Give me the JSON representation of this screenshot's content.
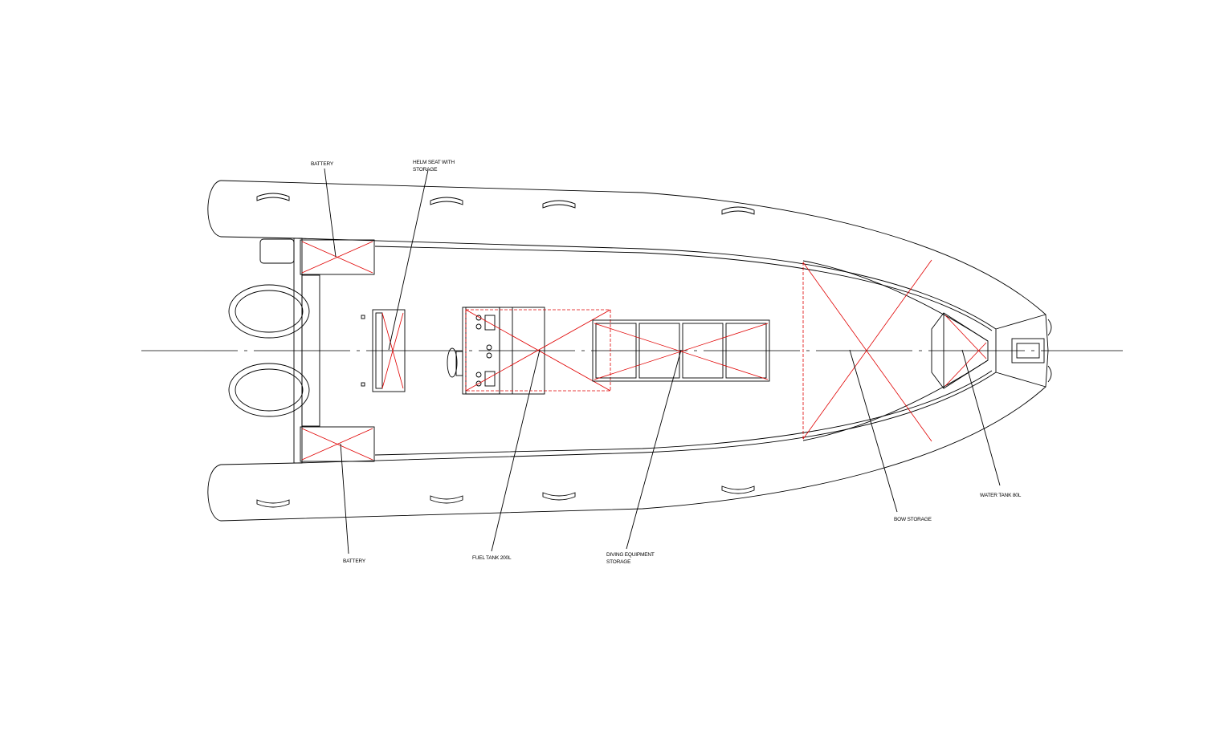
{
  "drawing": {
    "labels": {
      "battery_top": "BATTERY",
      "helm_seat_line1": "HELM SEAT WITH",
      "helm_seat_line2": "STORAGE",
      "battery_bottom": "BATTERY",
      "fuel_tank": "FUEL TANK 200L",
      "diving_line1": "DIVING EQUIPMENT",
      "diving_line2": "STORAGE",
      "bow_storage": "BOW STORAGE",
      "water_tank": "WATER TANK 80L"
    },
    "colors": {
      "lines": "#000000",
      "components": "#e00000"
    }
  }
}
